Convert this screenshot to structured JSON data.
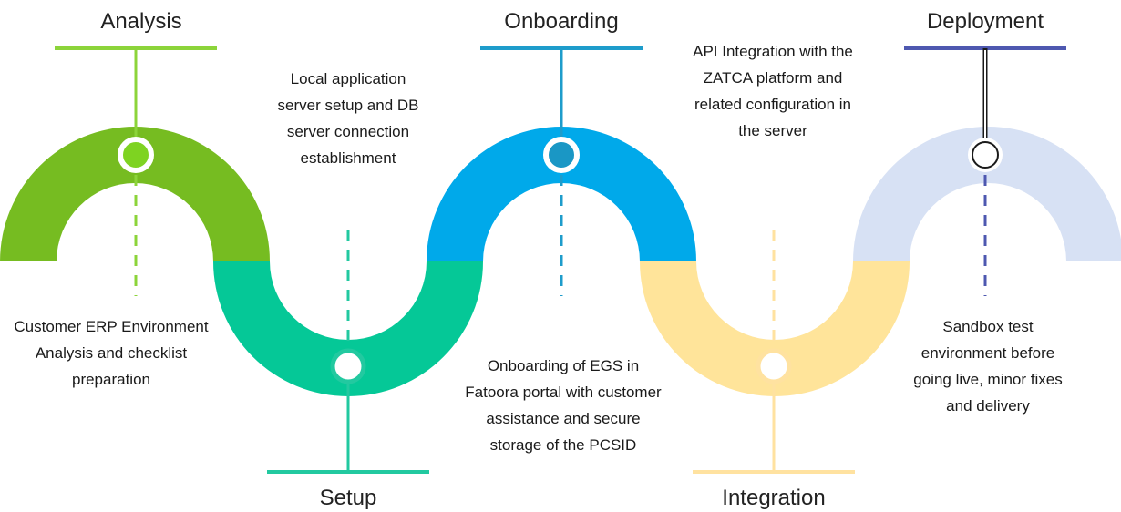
{
  "stages": [
    {
      "id": "analysis",
      "title": "Analysis",
      "description": "Customer ERP Environment Analysis and checklist preparation",
      "color": "#76BC21",
      "marker_color": "#7ED321",
      "line_color": "#8CD43A",
      "icon": "circle-node-icon"
    },
    {
      "id": "setup",
      "title": "Setup",
      "description": "Local application server setup and DB server connection establishment",
      "color": "#05C897",
      "marker_color": "#ffffff",
      "line_color": "#22C9A0",
      "icon": "circle-node-icon"
    },
    {
      "id": "onboarding",
      "title": "Onboarding",
      "description": "Onboarding of EGS in Fatoora portal with customer assistance and secure storage of the PCSID",
      "color": "#00A9EA",
      "marker_color": "#1A97C5",
      "line_color": "#1E9CCB",
      "icon": "circle-node-icon"
    },
    {
      "id": "integration",
      "title": "Integration",
      "description": "API Integration with the ZATCA platform and related configuration in the server",
      "color": "#FFE49A",
      "marker_color": "#ffffff",
      "line_color": "#FFE2A0",
      "icon": "circle-node-icon"
    },
    {
      "id": "deployment",
      "title": "Deployment",
      "description": "Sandbox test environment before going live, minor fixes and delivery",
      "color": "#D7E1F4",
      "marker_color": "#ffffff",
      "line_color": "#4E58B0",
      "icon": "circle-node-icon"
    }
  ]
}
